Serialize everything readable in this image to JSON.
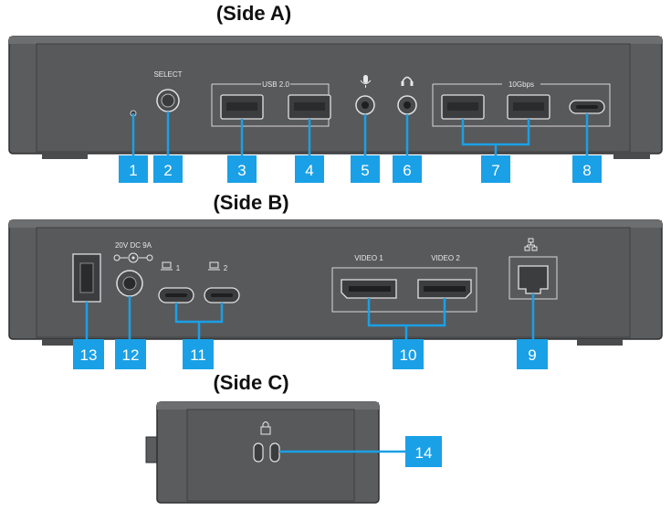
{
  "titles": {
    "side_a": "(Side A)",
    "side_b": "(Side B)",
    "side_c": "(Side C)"
  },
  "side_a": {
    "select_label": "SELECT",
    "usb2_label": "USB 2.0",
    "tenGbps_label": "10Gbps"
  },
  "side_b": {
    "power_label": "20V DC 9A",
    "usbc_1": "1",
    "usbc_2": "2",
    "video1_label": "VIDEO 1",
    "video2_label": "VIDEO 2"
  },
  "callouts": [
    "1",
    "2",
    "3",
    "4",
    "5",
    "6",
    "7",
    "8",
    "9",
    "10",
    "11",
    "12",
    "13",
    "14"
  ],
  "colors": {
    "body": "#58595b",
    "body_dark": "#3f4042",
    "callout": "#1aa0e6"
  }
}
